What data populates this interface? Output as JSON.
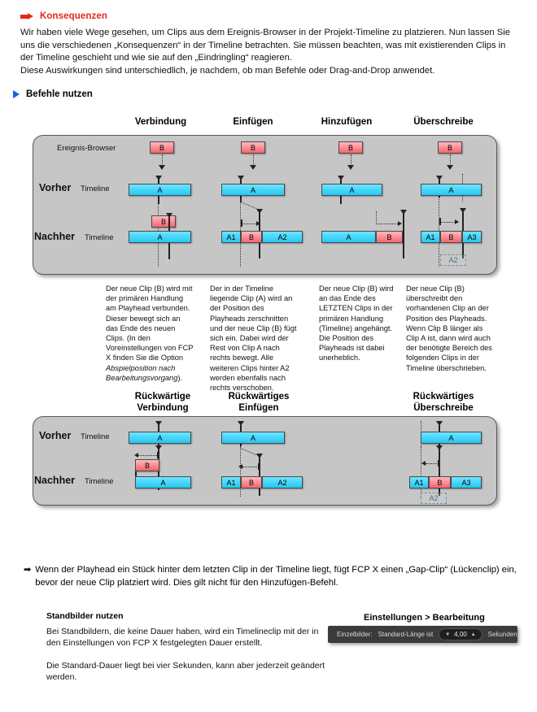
{
  "sections": {
    "konsequenzen": {
      "heading": "Konsequenzen",
      "icon": "red-arrow-icon",
      "paragraph1": "Wir haben viele Wege gesehen, um Clips aus dem Ereignis-Browser in der Projekt-Timeline zu platzieren. Nun lassen Sie uns die verschiedenen „Konsequenzen“ in der Timeline betrachten. Sie müssen beachten, was mit existierenden Clips in der Timeline geschieht und wie sie auf den „Eindringling“ reagieren.",
      "paragraph2": "Diese Auswirkungen sind unterschiedlich, je nachdem, ob man Befehle oder Drag-and-Drop anwendet."
    },
    "befehle": {
      "heading": "Befehle nutzen",
      "icon": "blue-triangle-icon"
    },
    "gap_note": {
      "bullet": "➡",
      "text": "Wenn der Playhead ein Stück hinter dem letzten Clip in der Timeline liegt, fügt FCP X einen „Gap-Clip“ (Lückenclip) ein, bevor der neue Clip platziert wird. Dies gilt nicht für den Hinzufügen-Befehl."
    },
    "standbilder": {
      "heading": "Standbilder nutzen",
      "paragraph1": "Bei Standbildern, die keine Dauer haben, wird ein Timelineclip mit der in den Einstellungen von FCP X festgelegten Dauer erstellt.",
      "paragraph2": "Die Standard-Dauer liegt bei vier Sekunden, kann aber jederzeit geändert werden."
    }
  },
  "diagram1": {
    "columns": [
      "Verbindung",
      "Einfügen",
      "Hinzufügen",
      "Überschreibe"
    ],
    "labels": {
      "event_browser": "Ereignis-Browser",
      "before": "Vorher",
      "after": "Nachher",
      "timeline": "Timeline"
    },
    "clips": {
      "b": "B",
      "a": "A",
      "a1": "A1",
      "a2": "A2",
      "a3": "A3"
    },
    "descriptions": [
      "Der neue Clip (B) wird mit der primären Handlung am Playhead verbunden. Dieser bewegt sich an das Ende des neuen Clips. (In den Voreinstellungen von FCP X finden Sie die Option ",
      "Der in der Timeline liegende Clip (A) wird an der Position des Playheads zerschnitten und der neue Clip (B) fügt sich ein. Dabei wird der Rest von Clip A nach rechts bewegt. Alle weiteren Clips hinter A2 werden ebenfalls nach rechts verschoben.",
      "Der neue Clip (B) wird an das Ende des LETZTEN Clips in der primären Handlung (Timeline) angehängt. Die Position des Playheads ist dabei unerheblich.",
      "Der neue Clip (B) überschreibt den vorhandenen Clip an der Position des Playheads. Wenn Clip B länger als Clip A ist, dann wird auch der benötigte Bereich des folgenden Clips in der Timeline überschrieben."
    ],
    "desc1_italic": "Abspielposition nach Bearbeitungsvorgang",
    "desc1_tail": ")."
  },
  "diagram2": {
    "columns": [
      "Rückwärtige\nVerbindung",
      "Rückwärtiges\nEinfügen",
      "Rückwärtiges\nÜberschreibe"
    ],
    "col1_line1": "Rückwärtige",
    "col1_line2": "Verbindung",
    "col2_line1": "Rückwärtiges",
    "col2_line2": "Einfügen",
    "col3_line1": "Rückwärtiges",
    "col3_line2": "Überschreibe",
    "labels": {
      "before": "Vorher",
      "after": "Nachher",
      "timeline": "Timeline"
    },
    "clips": {
      "b": "B",
      "a": "A",
      "a1": "A1",
      "a2": "A2",
      "a3": "A3"
    }
  },
  "settings": {
    "title": "Einstellungen > Bearbeitung",
    "prefix": "Einzelbilder:",
    "label": "Standard-Länge ist",
    "value": "4,00",
    "unit": "Sekunden",
    "down_caret": "▼",
    "up_caret": "▲"
  },
  "colors": {
    "accent_red": "#e8271c",
    "accent_blue": "#1a5fe0",
    "clip_blue": "#22c8f5",
    "clip_red": "#f8646e",
    "panel_bg": "#c6c6c6"
  }
}
